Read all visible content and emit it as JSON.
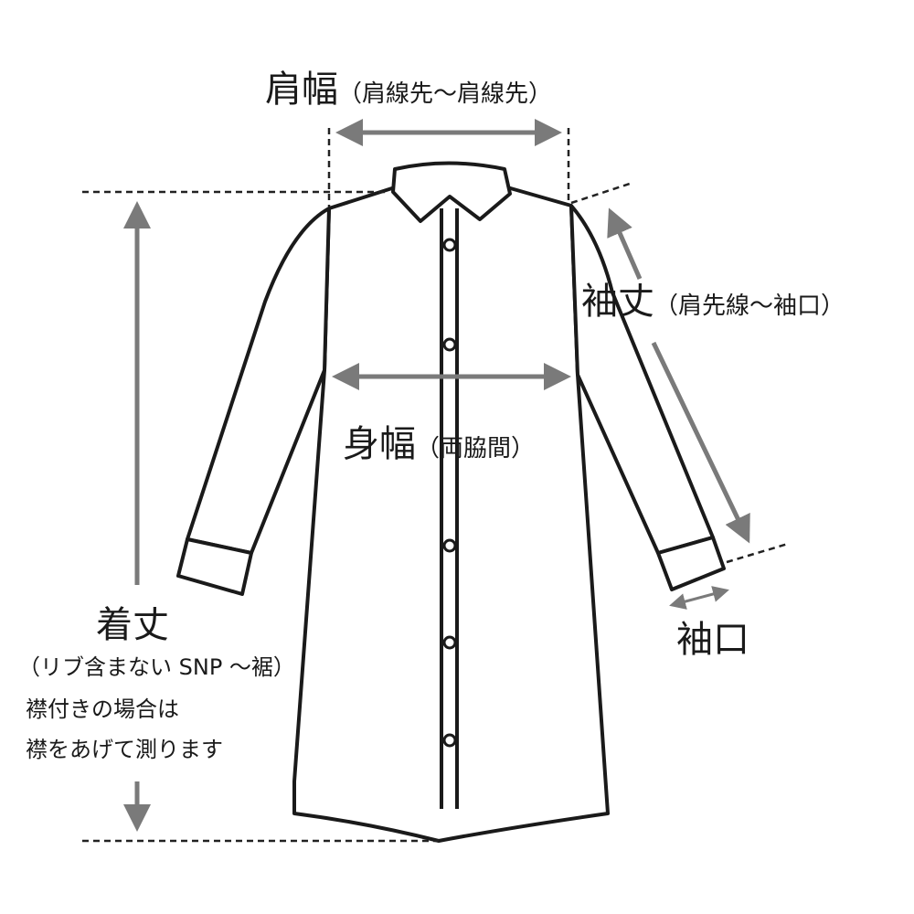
{
  "labels": {
    "shoulder_width": {
      "main": "肩幅",
      "sub": "（肩線先～肩線先）"
    },
    "sleeve_length": {
      "main": "袖丈",
      "sub": "（肩先線～袖口）"
    },
    "body_width": {
      "main": "身幅",
      "sub": "（両脇間）"
    },
    "cuff": {
      "main": "袖口"
    },
    "total_length": {
      "main": "着丈",
      "sub": "（リブ含まない SNP ～裾）",
      "note_line1": "襟付きの場合は",
      "note_line2": "襟をあげて測ります"
    }
  },
  "colors": {
    "outline": "#1a1a1a",
    "arrow": "#7a7a7a",
    "dashed": "#222222"
  }
}
